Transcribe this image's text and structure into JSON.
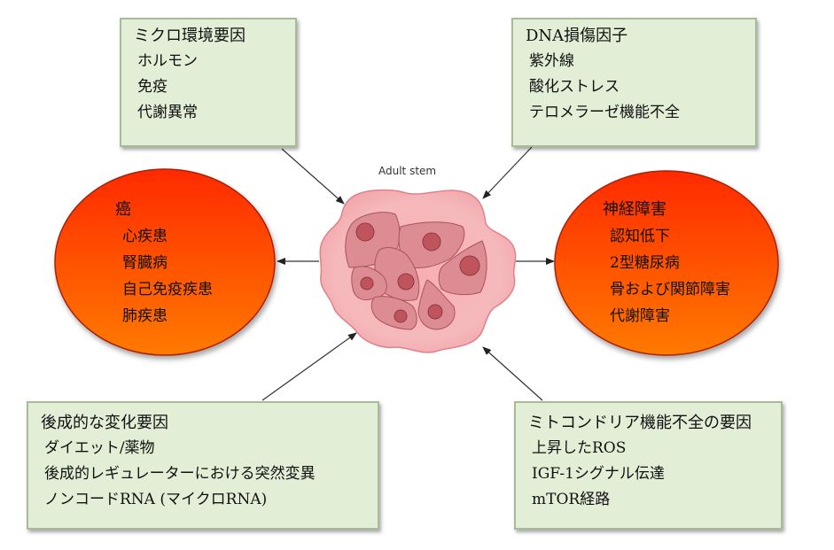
{
  "center": {
    "label": "Adult stem",
    "cell_fill": "#f6b5b8",
    "cell_stroke": "#d87b82",
    "inner_cell_fill": "#d8878d",
    "nucleus_fill": "#c0545d"
  },
  "factors": {
    "microenvironment": {
      "title": "ミクロ環境要因",
      "items": [
        "ホルモン",
        "免疫",
        "代謝異常"
      ]
    },
    "dna_damage": {
      "title": "DNA損傷因子",
      "items": [
        "紫外線",
        "酸化ストレス",
        "テロメラーゼ機能不全"
      ]
    },
    "epigenetic": {
      "title": "後成的な変化要因",
      "items": [
        "ダイエット/薬物",
        "後成的レギュレーターにおける突然変異",
        "ノンコードRNA (マイクロRNA)"
      ]
    },
    "mitochondrial": {
      "title": "ミトコンドリア機能不全の要因",
      "items": [
        "上昇したROS",
        "IGF-1シグナル伝達",
        "mTOR経路"
      ]
    }
  },
  "outcomes": {
    "left": {
      "title": "癌",
      "items": [
        "心疾患",
        "腎臓病",
        "自己免疫疾患",
        "肺疾患"
      ]
    },
    "right": {
      "title": "神経障害",
      "items": [
        "認知低下",
        "2型糖尿病",
        "骨および関節障害",
        "代謝障害"
      ]
    }
  },
  "colors": {
    "box_fill": "#e2eed6",
    "box_border": "#a8bb94",
    "ellipse_top": "#ff2a00",
    "ellipse_bottom": "#ff7a00",
    "ellipse_stroke": "#a8200c",
    "arrow": "#333333"
  }
}
